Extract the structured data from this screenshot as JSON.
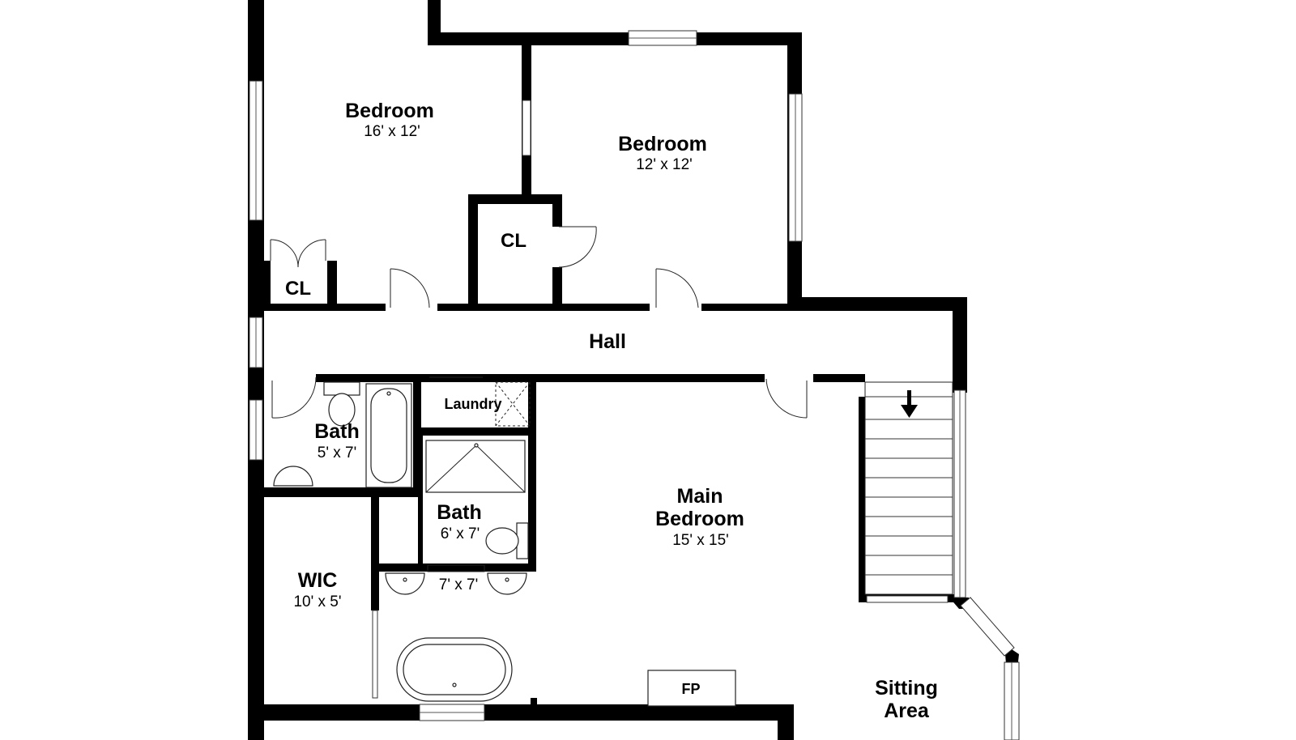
{
  "rooms": {
    "bedroom1": {
      "name": "Bedroom",
      "dims": "16' x 12'"
    },
    "bedroom2": {
      "name": "Bedroom",
      "dims": "12' x 12'"
    },
    "closet1": {
      "name": "CL"
    },
    "closet2": {
      "name": "CL"
    },
    "hall": {
      "name": "Hall"
    },
    "laundry": {
      "name": "Laundry"
    },
    "bath1": {
      "name": "Bath",
      "dims": "5' x 7'"
    },
    "bath2": {
      "name": "Bath",
      "dims": "6' x 7'"
    },
    "main_bedroom": {
      "name_line1": "Main",
      "name_line2": "Bedroom",
      "dims": "15' x 15'"
    },
    "wic": {
      "name": "WIC",
      "dims": "10' x 5'"
    },
    "main_bath": {
      "dims": "7' x 7'"
    },
    "fireplace": {
      "name": "FP"
    },
    "sitting_area": {
      "name_line1": "Sitting",
      "name_line2": "Area"
    }
  },
  "colors": {
    "wall": "#000000",
    "background": "#ffffff"
  },
  "icons": {
    "stairs_direction": "arrow-down-icon"
  }
}
